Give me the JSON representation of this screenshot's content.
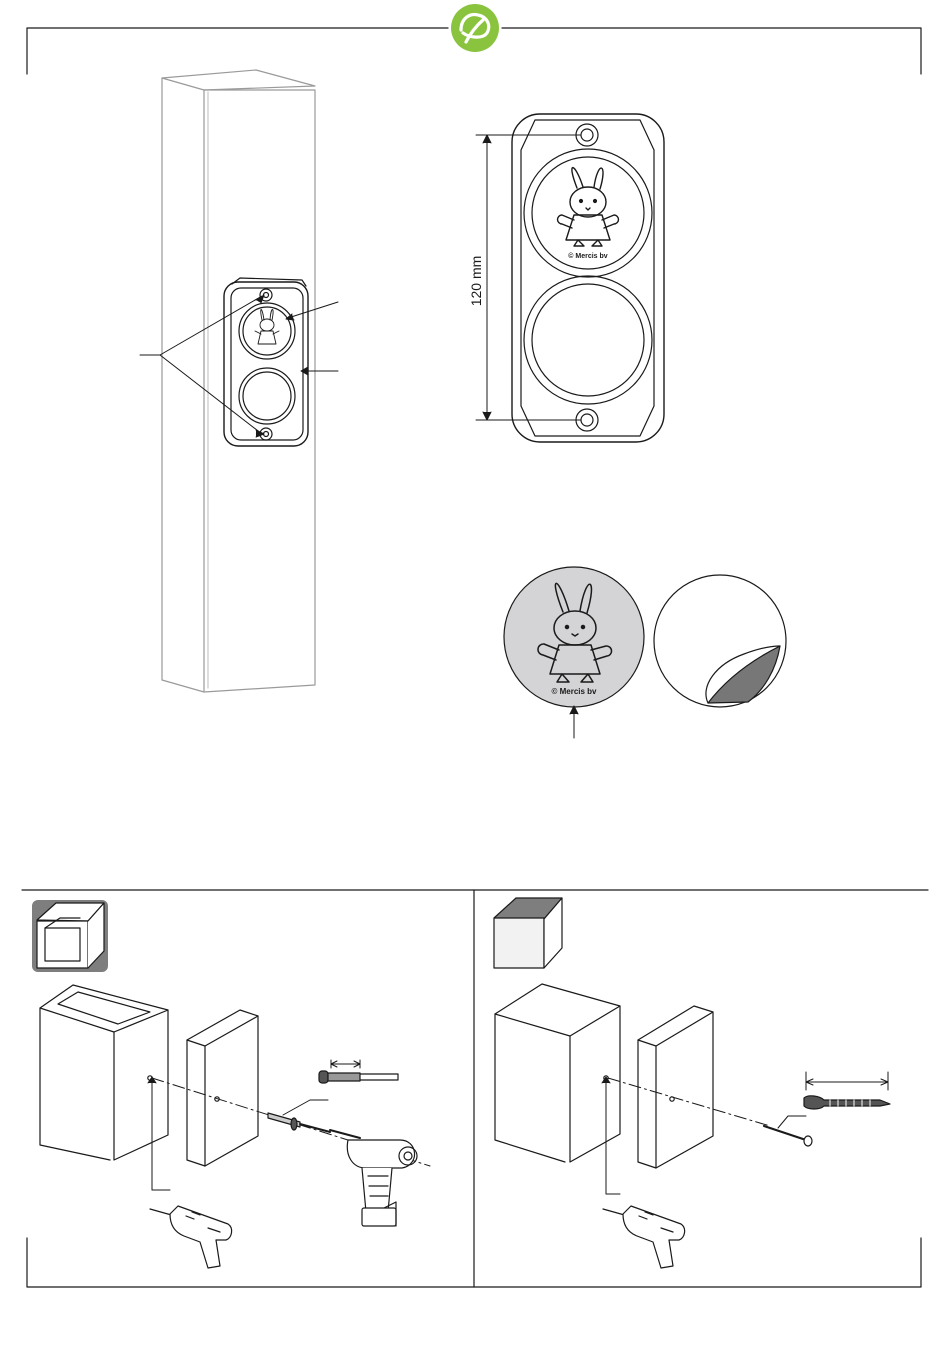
{
  "header": {
    "logo_icon": "eco-leaf-icon",
    "accent_color": "#8ac43f"
  },
  "plate_front": {
    "dimension_label": "120 mm",
    "brand_text": "© Mercis bv"
  },
  "sticker": {
    "brand_text": "© Mercis bv"
  },
  "sections": [
    {
      "name": "hollow-post",
      "icons": [
        "hollow-square-profile-icon",
        "drill-icon",
        "rivet-gun-icon",
        "rivet-icon"
      ]
    },
    {
      "name": "solid-post",
      "icons": [
        "solid-square-profile-icon",
        "drill-icon",
        "screw-icon"
      ]
    }
  ]
}
